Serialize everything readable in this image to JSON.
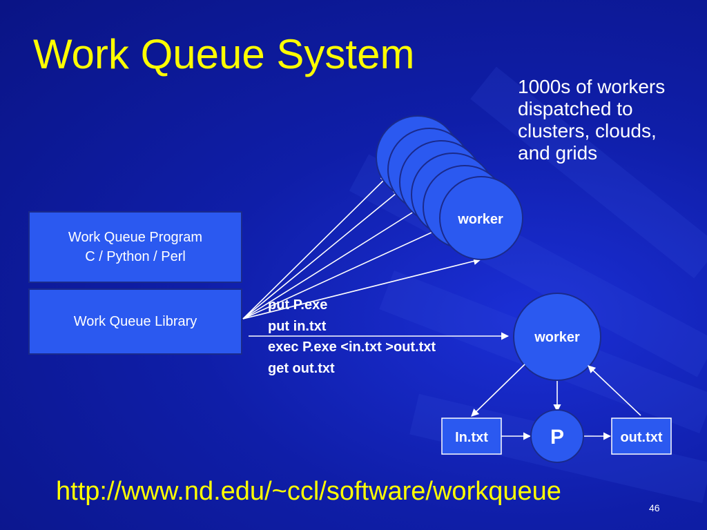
{
  "slide": {
    "title": "Work Queue System",
    "note_lines": [
      "1000s of workers",
      "dispatched to",
      "clusters, clouds,",
      "and grids"
    ],
    "program_box": {
      "line1": "Work Queue Program",
      "line2": "C / Python / Perl"
    },
    "library_box": {
      "label": "Work Queue Library"
    },
    "commands": [
      "put P.exe",
      "put in.txt",
      "exec P.exe <in.txt >out.txt",
      "get out.txt"
    ],
    "worker_cluster_label": "worker",
    "worker_label": "worker",
    "input_file": "In.txt",
    "process_label": "P",
    "output_file": "out.txt",
    "url": "http://www.nd.edu/~ccl/software/workqueue",
    "slide_number": "46"
  },
  "colors": {
    "background": "#0f1ea8",
    "title": "#ffff00",
    "box_fill": "#2b59f0",
    "node_fill": "#2b59f0",
    "text": "#ffffff",
    "url": "#ffff00"
  }
}
